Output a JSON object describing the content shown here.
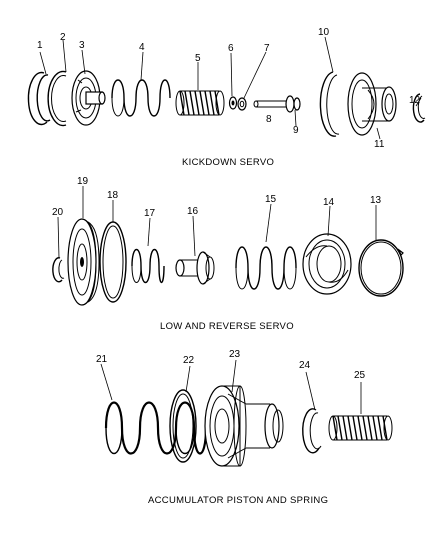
{
  "sections": [
    {
      "id": "kickdown",
      "caption": "KICKDOWN SERVO"
    },
    {
      "id": "low-reverse",
      "caption": "LOW AND REVERSE SERVO"
    },
    {
      "id": "accumulator",
      "caption": "ACCUMULATOR PISTON AND SPRING"
    }
  ],
  "callouts": [
    "1",
    "2",
    "3",
    "4",
    "5",
    "6",
    "7",
    "8",
    "9",
    "10",
    "11",
    "12",
    "13",
    "14",
    "15",
    "16",
    "17",
    "18",
    "19",
    "20",
    "21",
    "22",
    "23",
    "24",
    "25"
  ]
}
